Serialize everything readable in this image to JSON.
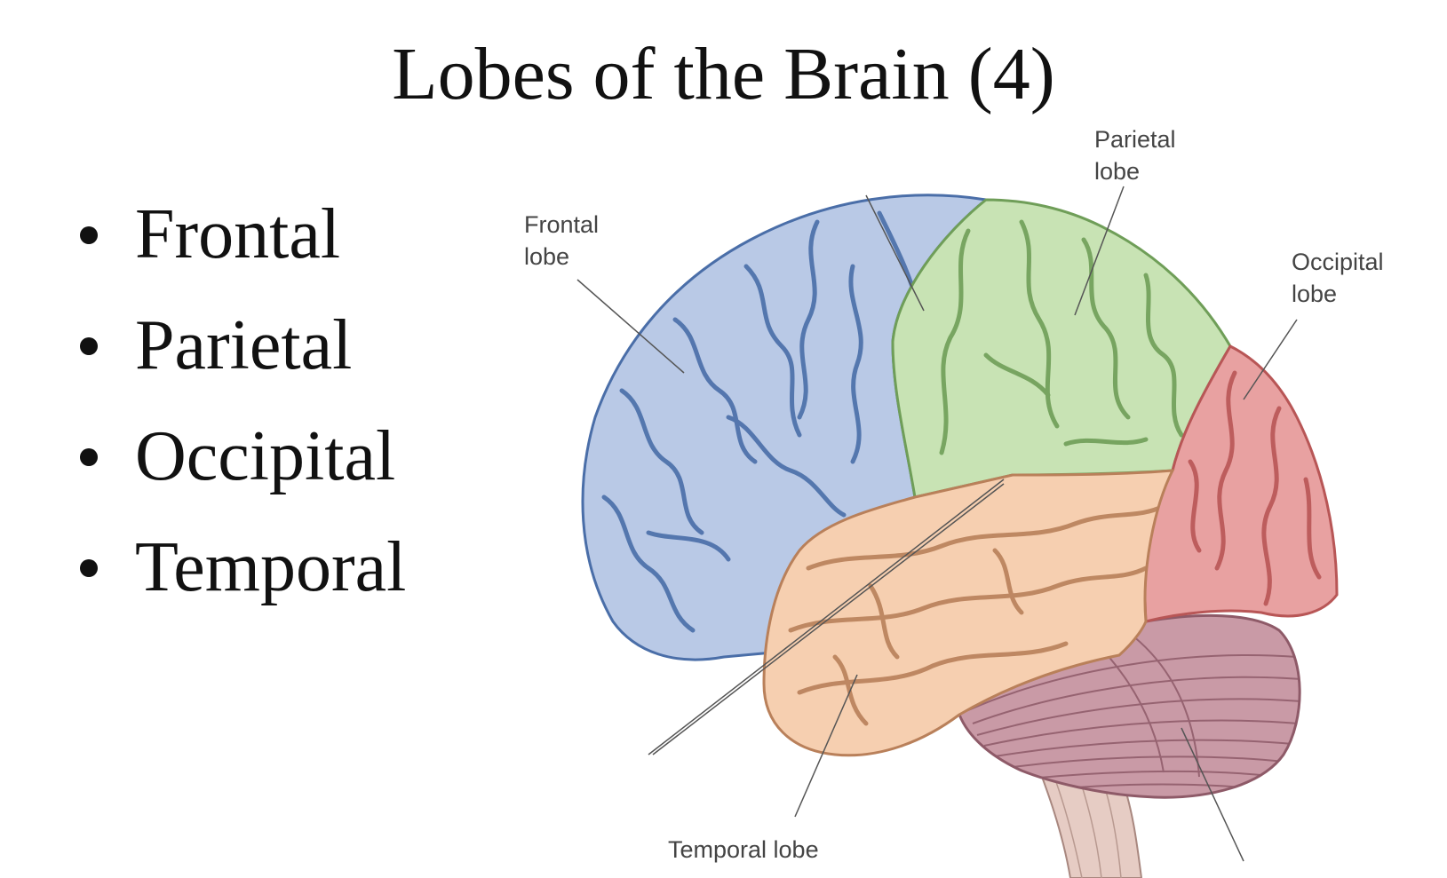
{
  "title": "Lobes of the Brain (4)",
  "bullets": [
    "Frontal",
    "Parietal",
    "Occipital",
    "Temporal"
  ],
  "diagram": {
    "labels": {
      "frontal": [
        "Frontal",
        "lobe"
      ],
      "parietal": [
        "Parietal",
        "lobe"
      ],
      "occipital": [
        "Occipital",
        "lobe"
      ],
      "temporal": "Temporal lobe"
    },
    "colors": {
      "frontal": "#b9c9e6",
      "frontal_sulci": "#4a6ea8",
      "parietal": "#c8e3b4",
      "parietal_sulci": "#6f9e58",
      "occipital": "#e8a1a1",
      "occipital_sulci": "#b85656",
      "temporal": "#f6cfb0",
      "temporal_sulci": "#b9805a",
      "cerebellum": "#c99aa6",
      "cerebellum_lines": "#8e5a68",
      "brainstem": "#e6ccc4"
    }
  }
}
